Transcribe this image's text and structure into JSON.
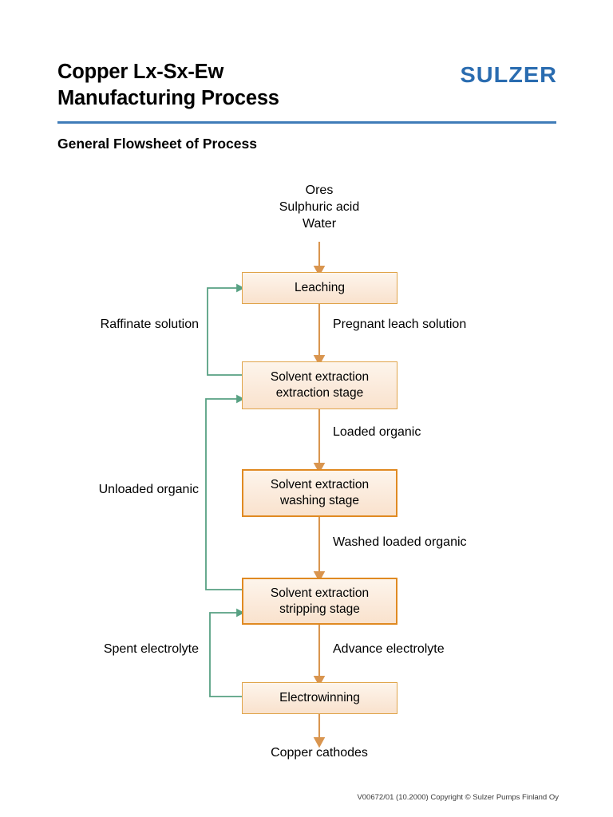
{
  "header": {
    "title": "Copper Lx-Sx-Ew\nManufacturing Process",
    "brand": "SULZER",
    "brand_color": "#2a6cb0",
    "rule_color": "#3f7cb8",
    "subtitle": "General Flowsheet of Process"
  },
  "diagram": {
    "type": "process-flowsheet",
    "box_fill": "#fbeadb",
    "box_border": "#e0a44a",
    "box_border_strong": "#e08a22",
    "main_arrow_color": "#d9954f",
    "recycle_line_color": "#58a183",
    "input_label": "Ores\nSulphuric acid\nWater",
    "output_label": "Copper cathodes",
    "boxes": [
      {
        "id": "leaching",
        "label": "Leaching"
      },
      {
        "id": "extraction",
        "label": "Solvent extraction\nextraction stage"
      },
      {
        "id": "washing",
        "label": "Solvent extraction\nwashing stage"
      },
      {
        "id": "stripping",
        "label": "Solvent extraction\nstripping stage"
      },
      {
        "id": "electrowinning",
        "label": "Electrowinning"
      }
    ],
    "stream_labels": {
      "pregnant_leach_solution": "Pregnant leach solution",
      "loaded_organic": "Loaded organic",
      "washed_loaded_organic": "Washed loaded organic",
      "advance_electrolyte": "Advance electrolyte"
    },
    "recycle_labels": {
      "raffinate_solution": "Raffinate solution",
      "unloaded_organic": "Unloaded organic",
      "spent_electrolyte": "Spent electrolyte"
    }
  },
  "footer": {
    "note": "V00672/01 (10.2000) Copyright © Sulzer Pumps Finland Oy"
  }
}
